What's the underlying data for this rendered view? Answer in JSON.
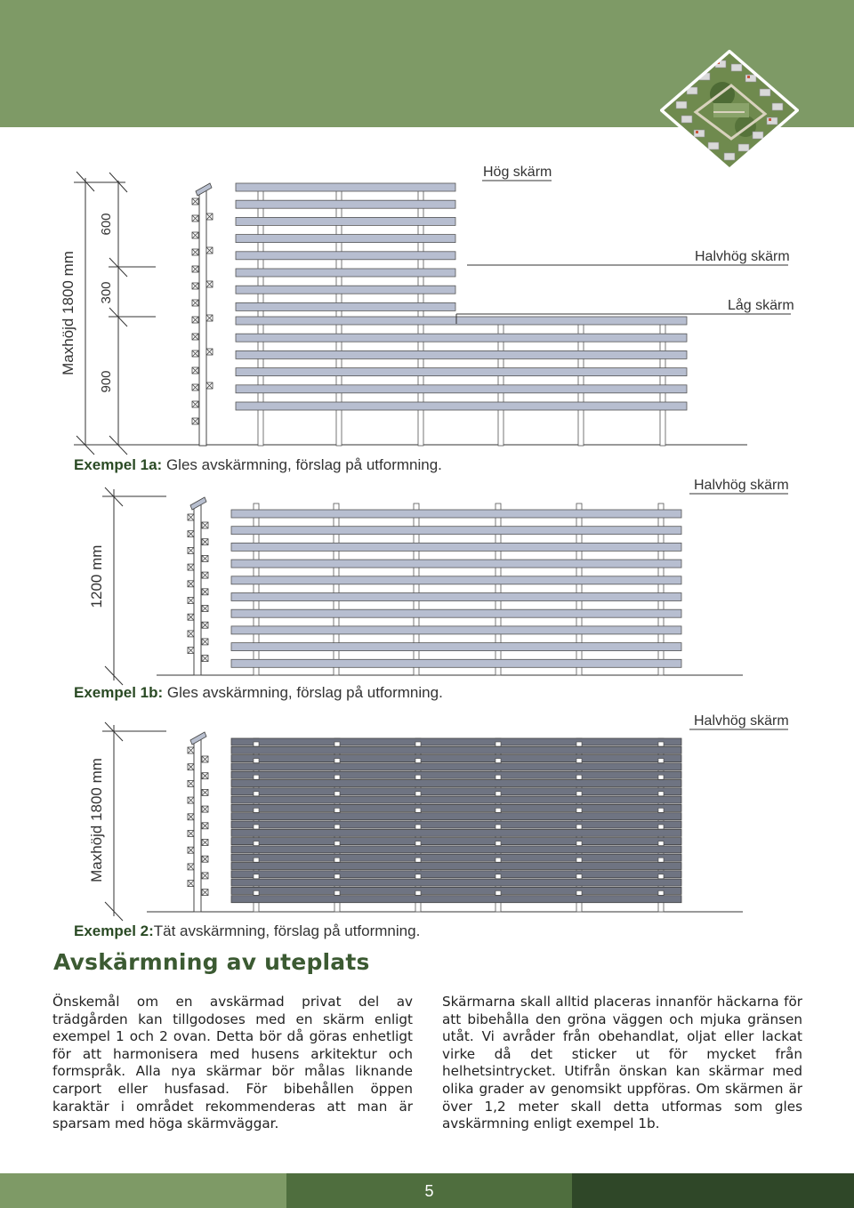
{
  "header": {
    "logo_name": "neighborhood-aerial-logo"
  },
  "colors": {
    "header_green": "#7e9a66",
    "footer_light": "#7e9a66",
    "footer_mid": "#4f6e3e",
    "footer_dark": "#2f4728",
    "title_green": "#3b5a32"
  },
  "fig1": {
    "label_hog": "Hög skärm",
    "label_halvhog": "Halvhög skärm",
    "label_lag": "Låg skärm",
    "dim_total": "Maxhöjd 1800 mm",
    "dim_600": "600",
    "dim_300": "300",
    "dim_900": "900",
    "caption_bold": "Exempel 1a:",
    "caption_rest": " Gles avskärmning, förslag på utformning."
  },
  "fig2": {
    "label_halvhog": "Halvhög skärm",
    "dim": "1200 mm",
    "caption_bold": "Exempel 1b:",
    "caption_rest": " Gles avskärmning, förslag på utformning."
  },
  "fig3": {
    "label_halvhog": "Halvhög skärm",
    "dim": "Maxhöjd 1800 mm",
    "caption_bold": "Exempel 2:",
    "caption_rest": "Tät avskärmning, förslag på utformning."
  },
  "section": {
    "title": "Avskärmning av uteplats",
    "left_text": "Önskemål om en avskärmad privat del av trädgården kan tillgodoses med en skärm enligt exempel 1 och 2 ovan. Detta bör då göras enhetligt för att harmonisera med husens arkitektur och formspråk. Alla nya skärmar bör målas liknande carport eller husfasad. För bibehållen öppen karaktär i området rekommenderas att man är sparsam med höga skärmväggar.",
    "right_text": "Skärmarna skall alltid placeras innanför häckarna för att bibehålla den gröna väggen och mjuka gränsen utåt. Vi avråder från obehandlat, oljat eller lackat virke då det sticker ut för mycket från helhetsintrycket. Utifrån önskan kan skärmar med olika grader av genomsikt uppföras. Om skärmen är över 1,2 meter skall detta utformas som gles avskärmning enligt exempel 1b."
  },
  "footer": {
    "page_number": "5"
  }
}
